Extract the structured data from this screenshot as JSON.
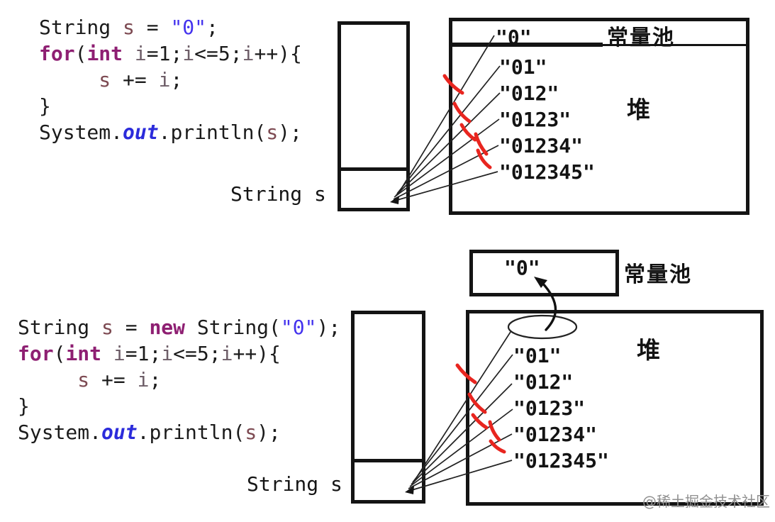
{
  "watermark": "@稀土掘金技术社区",
  "colors": {
    "keyword": "#8e1f72",
    "string_literal": "#4433ee",
    "field_out": "#2b2bdb",
    "variable_s": "#7d4a52",
    "variable_i": "#6e5e68",
    "code_text": "#1b1b1b",
    "red_mark": "#e8251f",
    "box_border": "#141414",
    "watermark_gray": "#8f8f8f"
  },
  "top": {
    "stack_label": "String s",
    "pool_label": "常量池",
    "heap_label": "堆",
    "pool_strings": [
      "\"0\""
    ],
    "heap_strings": [
      "\"01\"",
      "\"012\"",
      "\"0123\"",
      "\"01234\"",
      "\"012345\""
    ],
    "code": [
      [
        [
          "String",
          "t"
        ],
        [
          " s",
          "vs"
        ],
        [
          " = ",
          "t"
        ],
        [
          "\"0\"",
          "str"
        ],
        [
          ";",
          "t"
        ]
      ],
      [
        [
          "for",
          "kw"
        ],
        [
          "(",
          "t"
        ],
        [
          "int",
          "kw"
        ],
        [
          " i",
          "vi"
        ],
        [
          "=1;",
          "t"
        ],
        [
          "i",
          "vi"
        ],
        [
          "<=5;",
          "t"
        ],
        [
          "i",
          "vi"
        ],
        [
          "++){",
          "t"
        ]
      ],
      [
        [
          "     ",
          "t"
        ],
        [
          "s",
          "vs"
        ],
        [
          " += ",
          "t"
        ],
        [
          "i",
          "vi"
        ],
        [
          ";",
          "t"
        ]
      ],
      [
        [
          "}",
          "t"
        ]
      ],
      [
        [
          "System.",
          "t"
        ],
        [
          "out",
          "out"
        ],
        [
          ".println(",
          "t"
        ],
        [
          "s",
          "vs"
        ],
        [
          ");",
          "t"
        ]
      ]
    ]
  },
  "bottom": {
    "stack_label": "String s",
    "pool_label": "常量池",
    "heap_label": "堆",
    "pool_strings": [
      "\"0\""
    ],
    "heap_strings": [
      "\"01\"",
      "\"012\"",
      "\"0123\"",
      "\"01234\"",
      "\"012345\""
    ],
    "code": [
      [
        [
          "String",
          "t"
        ],
        [
          " s",
          "vs"
        ],
        [
          " = ",
          "t"
        ],
        [
          "new",
          "kw"
        ],
        [
          " String(",
          "t"
        ],
        [
          "\"0\"",
          "str"
        ],
        [
          ");",
          "t"
        ]
      ],
      [
        [
          "for",
          "kw"
        ],
        [
          "(",
          "t"
        ],
        [
          "int",
          "kw"
        ],
        [
          " i",
          "vi"
        ],
        [
          "=1;",
          "t"
        ],
        [
          "i",
          "vi"
        ],
        [
          "<=5;",
          "t"
        ],
        [
          "i",
          "vi"
        ],
        [
          "++){",
          "t"
        ]
      ],
      [
        [
          "     ",
          "t"
        ],
        [
          "s",
          "vs"
        ],
        [
          " += ",
          "t"
        ],
        [
          "i",
          "vi"
        ],
        [
          ";",
          "t"
        ]
      ],
      [
        [
          "}",
          "t"
        ]
      ],
      [
        [
          "System.",
          "t"
        ],
        [
          "out",
          "out"
        ],
        [
          ".println(",
          "t"
        ],
        [
          "s",
          "vs"
        ],
        [
          ");",
          "t"
        ]
      ]
    ]
  }
}
